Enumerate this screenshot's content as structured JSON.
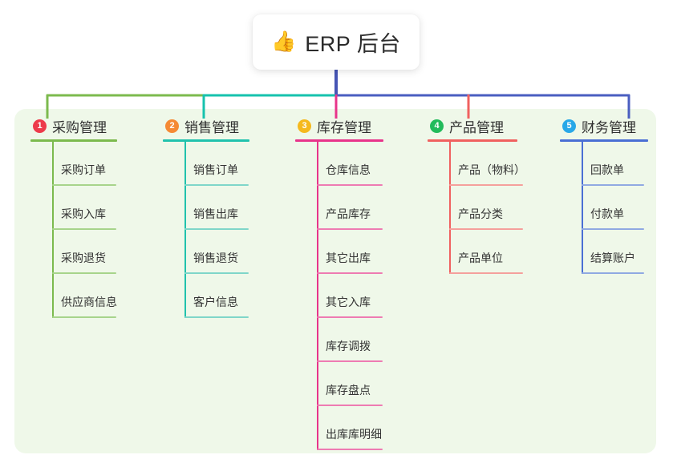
{
  "root": {
    "icon": "thumbs-up-emoji",
    "icon_glyph": "👍",
    "title": "ERP 后台",
    "stem_color": "#4655b5"
  },
  "panel": {
    "background": "#eff8e9"
  },
  "branches": [
    {
      "index": "1",
      "title": "采购管理",
      "badge_color": "#ed3b4b",
      "line_color": "#7cba4e",
      "leaf_rule_color": "#a7d48b",
      "connector_color": "#7cba4e",
      "leaves": [
        {
          "label": "采购订单"
        },
        {
          "label": "采购入库"
        },
        {
          "label": "采购退货"
        },
        {
          "label": "供应商信息"
        }
      ]
    },
    {
      "index": "2",
      "title": "销售管理",
      "badge_color": "#f58a34",
      "line_color": "#21c2ad",
      "leaf_rule_color": "#7fd6c9",
      "connector_color": "#16c2ad",
      "leaves": [
        {
          "label": "销售订单"
        },
        {
          "label": "销售出库"
        },
        {
          "label": "销售退货"
        },
        {
          "label": "客户信息"
        }
      ]
    },
    {
      "index": "3",
      "title": "库存管理",
      "badge_color": "#f5b91d",
      "line_color": "#e8348a",
      "leaf_rule_color": "#ee7bb2",
      "connector_color": "#e8348a",
      "leaves": [
        {
          "label": "仓库信息"
        },
        {
          "label": "产品库存"
        },
        {
          "label": "其它出库"
        },
        {
          "label": "其它入库"
        },
        {
          "label": "库存调拨"
        },
        {
          "label": "库存盘点"
        },
        {
          "label": "出库库明细"
        }
      ]
    },
    {
      "index": "4",
      "title": "产品管理",
      "badge_color": "#22bb5b",
      "line_color": "#f0615f",
      "leaf_rule_color": "#f5a09c",
      "connector_color": "#f0615f",
      "leaves": [
        {
          "label": "产品（物料）"
        },
        {
          "label": "产品分类"
        },
        {
          "label": "产品单位"
        }
      ]
    },
    {
      "index": "5",
      "title": "财务管理",
      "badge_color": "#28a8e8",
      "line_color": "#4a6fd4",
      "leaf_rule_color": "#90a9e2",
      "connector_color": "#4a5ec0",
      "leaves": [
        {
          "label": "回款单"
        },
        {
          "label": "付款单"
        },
        {
          "label": "结算账户"
        }
      ]
    }
  ]
}
